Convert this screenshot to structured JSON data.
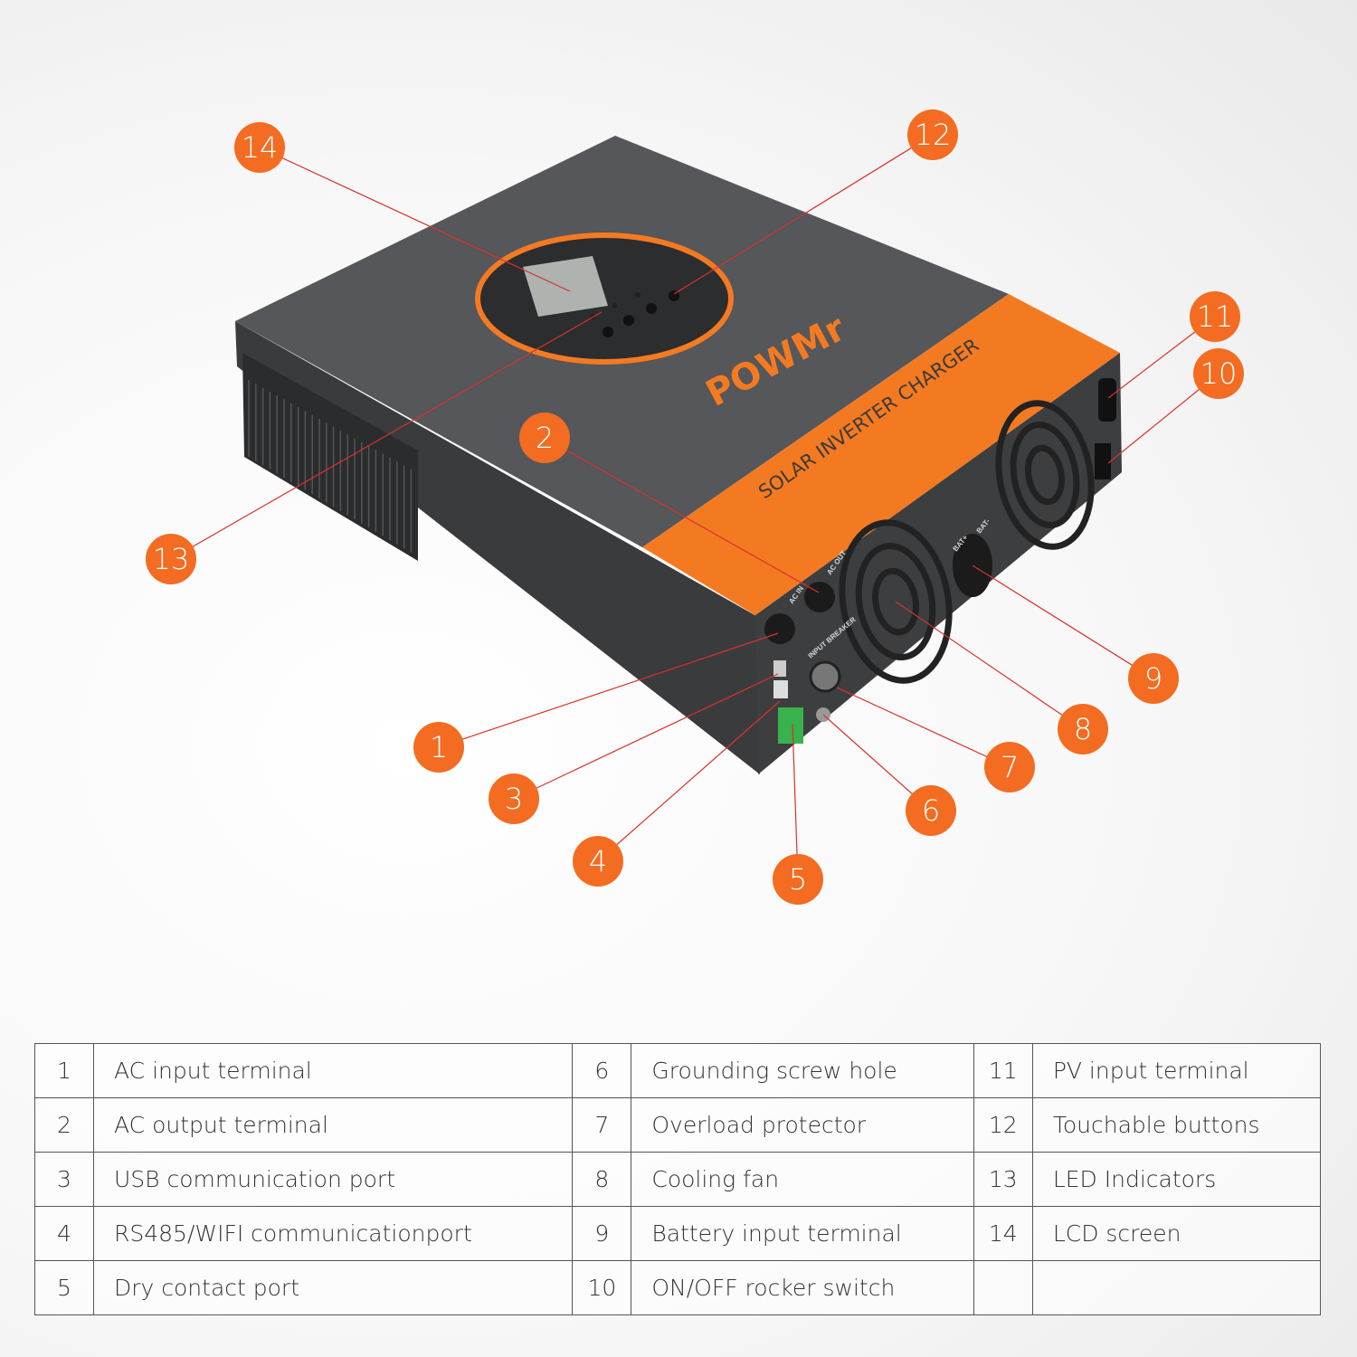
{
  "device": {
    "brand": "POWMr",
    "product_text": "SOLAR INVERTER CHARGER",
    "port_labels": [
      "AC IN",
      "AC OUT",
      "INPUT BREAKER",
      "BAT+",
      "BAT-"
    ]
  },
  "colors": {
    "accent": "#f36c21",
    "body": "#4a4b4d",
    "line": "#d9322b"
  },
  "callouts": [
    "1",
    "2",
    "3",
    "4",
    "5",
    "6",
    "7",
    "8",
    "9",
    "10",
    "11",
    "12",
    "13",
    "14"
  ],
  "table": {
    "rows": [
      [
        {
          "num": "1",
          "label": "AC input terminal"
        },
        {
          "num": "6",
          "label": "Grounding screw hole"
        },
        {
          "num": "11",
          "label": "PV input terminal"
        }
      ],
      [
        {
          "num": "2",
          "label": "AC output terminal"
        },
        {
          "num": "7",
          "label": "Overload protector"
        },
        {
          "num": "12",
          "label": "Touchable buttons"
        }
      ],
      [
        {
          "num": "3",
          "label": "USB communication port"
        },
        {
          "num": "8",
          "label": "Cooling fan"
        },
        {
          "num": "13",
          "label": "LED Indicators"
        }
      ],
      [
        {
          "num": "4",
          "label": "RS485/WIFI communicationport"
        },
        {
          "num": "9",
          "label": "Battery input terminal"
        },
        {
          "num": "14",
          "label": "LCD screen"
        }
      ],
      [
        {
          "num": "5",
          "label": "Dry contact port"
        },
        {
          "num": "10",
          "label": "ON/OFF rocker switch"
        },
        {
          "num": "",
          "label": ""
        }
      ]
    ]
  }
}
